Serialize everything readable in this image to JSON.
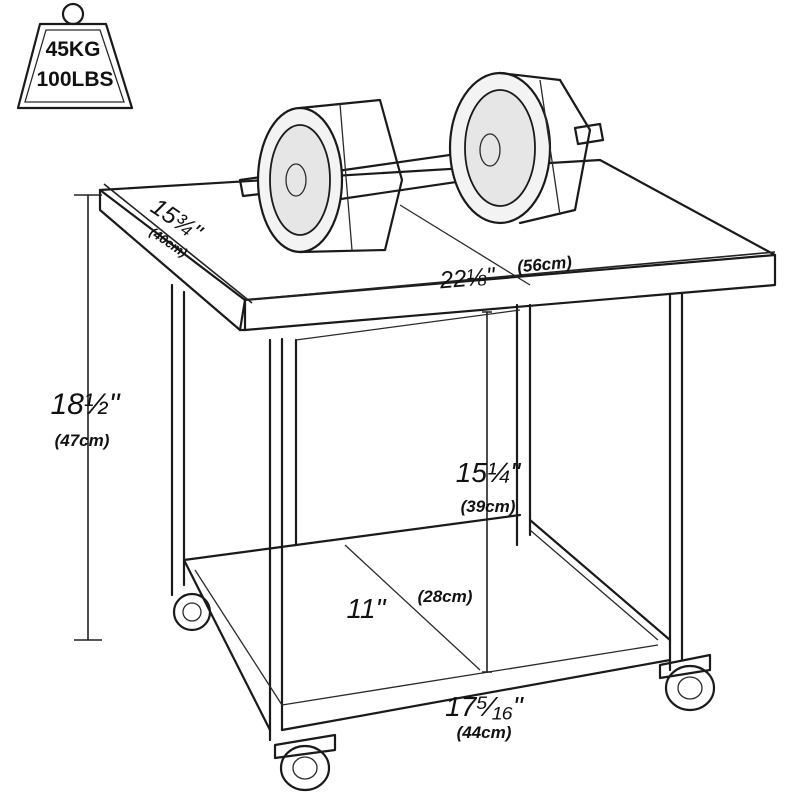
{
  "weight_badge": {
    "line1": "45KG",
    "line2": "100LBS"
  },
  "dimensions": {
    "height_imperial": "18½\"",
    "height_metric": "(47cm)",
    "depth_imperial": "15¾\"",
    "depth_metric": "(40cm)",
    "width_imperial": "22⅛\"",
    "width_metric": "(56cm)",
    "inner_height_imperial": "15¼\"",
    "inner_height_metric": "(39cm)",
    "inner_depth_imperial": "11\"",
    "inner_depth_metric": "(28cm)",
    "bottom_width_imperial": "17⁵⁄₁₆\"",
    "bottom_width_metric": "(44cm)"
  },
  "icons": [
    "weight-icon",
    "dumbbell-icon",
    "table-icon",
    "caster-wheel-icon"
  ]
}
